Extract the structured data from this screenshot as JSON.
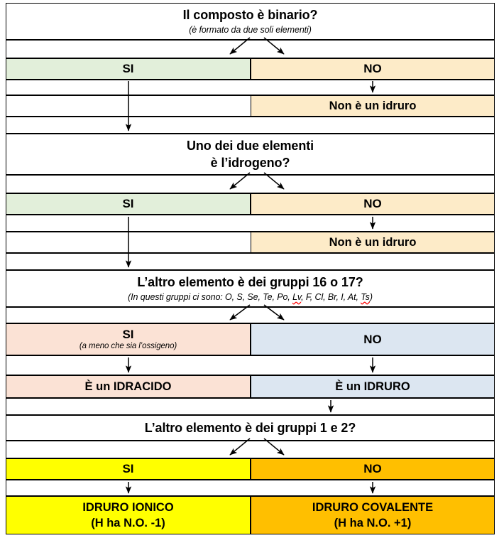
{
  "diagram": {
    "title_text": "Il composto è binario?",
    "language": "it",
    "colors": {
      "green": "#E2EFDA",
      "cream": "#FDEBC8",
      "peach": "#FBE2D5",
      "blue": "#DCE6F1",
      "yellow": "#FFFF00",
      "orange": "#FFBF00",
      "white": "#FFFFFF",
      "border": "#000000",
      "spellcheck": "#FF0000"
    },
    "nodes": {
      "q1": {
        "title": "Il composto è binario?",
        "subtitle": "(è formato da due soli elementi)"
      },
      "q1_yes": {
        "label": "SI"
      },
      "q1_no": {
        "label": "NO"
      },
      "q1_no_result": {
        "label": "Non è un idruro"
      },
      "q2": {
        "line1": "Uno dei due elementi",
        "line2": "è l’idrogeno?"
      },
      "q2_yes": {
        "label": "SI"
      },
      "q2_no": {
        "label": "NO"
      },
      "q2_no_result": {
        "label": "Non è un idruro"
      },
      "q3": {
        "title": "L’altro elemento è dei gruppi 16 o 17?",
        "sub_pre": "(In questi gruppi ci sono: O, S, Se, Te, Po, ",
        "sub_sp1": "Lv",
        "sub_mid": ", F, Cl, Br, I, At, ",
        "sub_sp2": "Ts",
        "sub_post": ")"
      },
      "q3_yes": {
        "label": "SI",
        "note": "(a meno che sia l’ossigeno)"
      },
      "q3_no": {
        "label": "NO"
      },
      "q3_yes_result": {
        "label": "È un IDRACIDO"
      },
      "q3_no_result": {
        "label": "È un IDRURO"
      },
      "q4": {
        "title": "L’altro elemento è dei gruppi 1 e 2?"
      },
      "q4_yes": {
        "label": "SI"
      },
      "q4_no": {
        "label": "NO"
      },
      "q4_yes_result": {
        "line1": "IDRURO IONICO",
        "line2": "(H ha N.O. -1)"
      },
      "q4_no_result": {
        "line1": "IDRURO COVALENTE",
        "line2": "(H ha N.O. +1)"
      }
    }
  }
}
